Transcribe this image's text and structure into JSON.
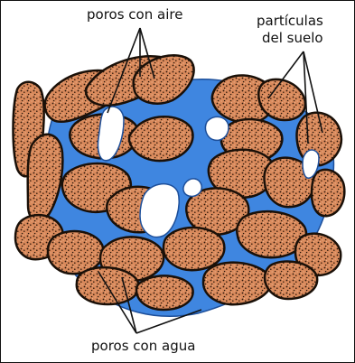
{
  "labels": {
    "air_pores": "poros con aire",
    "soil_particles_line1": "partículas",
    "soil_particles_line2": "del suelo",
    "water_pores": "poros con agua"
  },
  "colors": {
    "background": "#ffffff",
    "water": "#3f86e0",
    "particle_fill": "#d98a5c",
    "particle_outline": "#1a1008",
    "air_pore": "#ffffff",
    "leader_line": "#111111"
  }
}
